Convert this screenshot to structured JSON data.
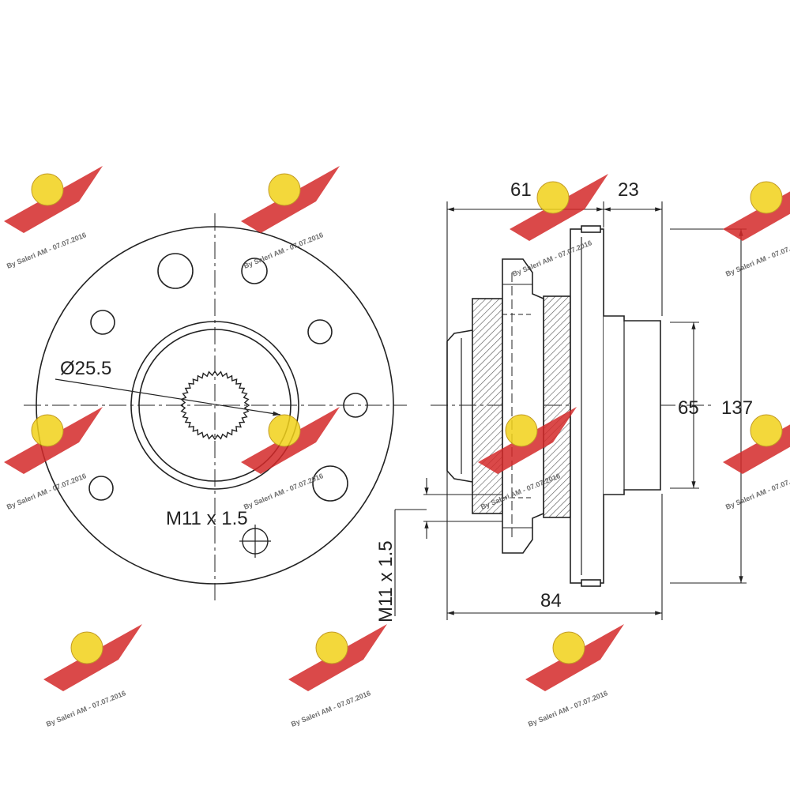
{
  "front_view": {
    "spline_diameter_label": "Ø25.5",
    "stud_thread_label": "M11 x 1.5"
  },
  "side_view": {
    "dim_top_left": "61",
    "dim_top_right": "23",
    "dim_bore": "65",
    "dim_flange_dia": "137",
    "dim_overall_width": "84",
    "stud_thread_label": "M11 x 1.5"
  },
  "watermark": {
    "text": "By Saleri AM - 07.07.2016"
  },
  "colors": {
    "line": "#222222",
    "hatch": "#555555",
    "logo_red": "#d42a2a",
    "logo_yellow": "#f2d21a"
  }
}
